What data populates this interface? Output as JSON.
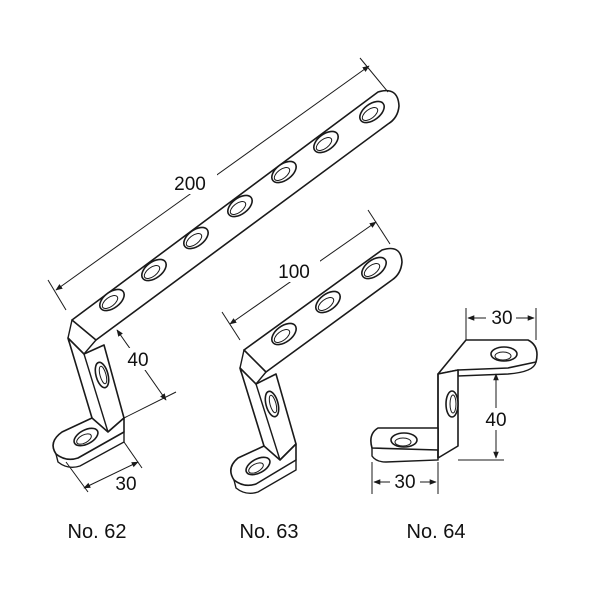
{
  "brackets": [
    {
      "id": "no62",
      "label": "No. 62",
      "length_dim": "200",
      "height_dim": "40",
      "foot_dim": "30"
    },
    {
      "id": "no63",
      "label": "No. 63",
      "length_dim": "100"
    },
    {
      "id": "no64",
      "label": "No. 64",
      "top_dim": "30",
      "height_dim": "40",
      "foot_dim": "30"
    }
  ]
}
